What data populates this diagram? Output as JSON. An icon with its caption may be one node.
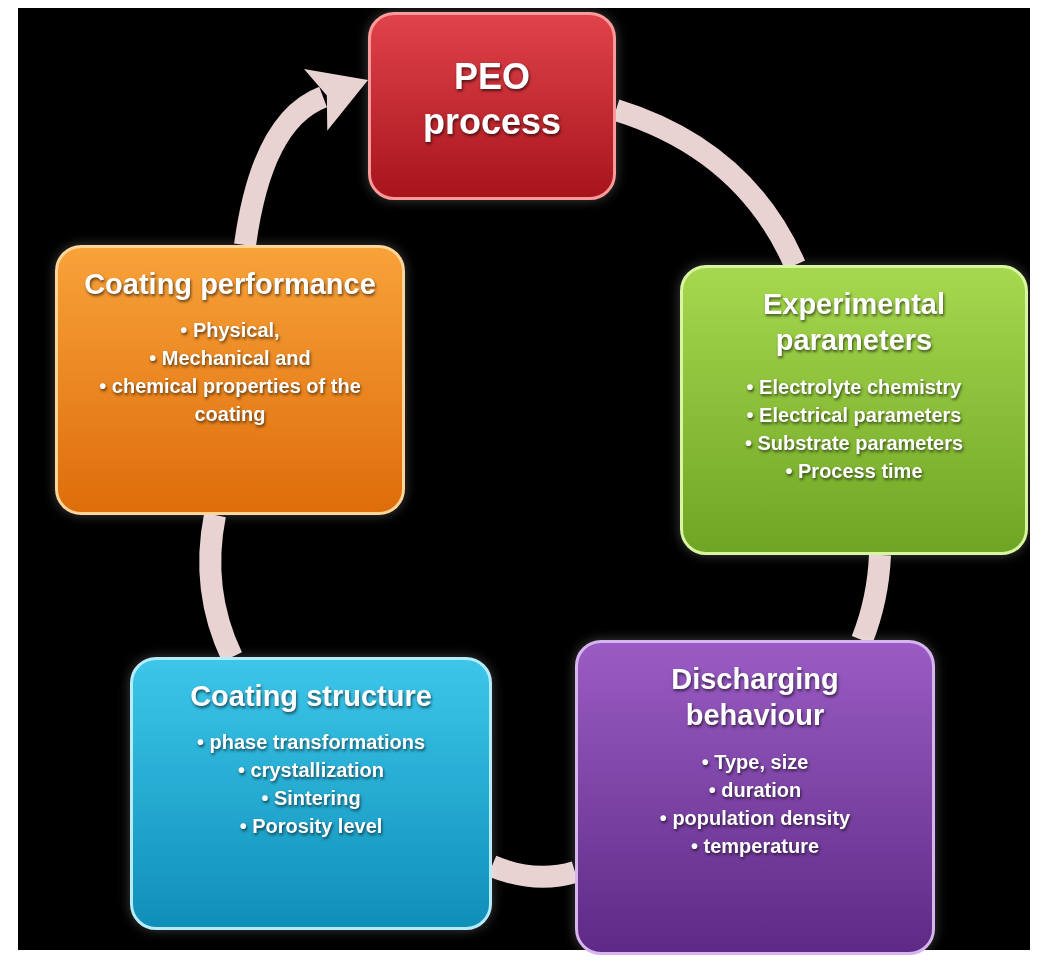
{
  "diagram": {
    "nodes": [
      {
        "text": [
          "PEO process"
        ]
      },
      {
        "text": [
          "Experimental parameters",
          "• Electrolyte chemistry",
          "• Electrical parameters",
          "• Substrate parameters",
          "• Process time"
        ]
      },
      {
        "text": [
          "Discharging behaviour",
          "• Type,  size",
          "• duration",
          "• population density",
          "• temperature"
        ]
      },
      {
        "text": [
          "Coating structure",
          "• phase transformations",
          "• crystallization",
          "• Sintering",
          "• Porosity level"
        ]
      },
      {
        "text": [
          "Coating performance",
          "• Physical,",
          "• Mechanical and",
          "• chemical properties of the coating"
        ]
      }
    ],
    "edges": [
      {
        "from": 0,
        "to": 1,
        "arrow": "none"
      },
      {
        "from": 1,
        "to": 2,
        "arrow": "none"
      },
      {
        "from": 2,
        "to": 3,
        "arrow": "none"
      },
      {
        "from": 3,
        "to": 4,
        "arrow": "none"
      },
      {
        "from": 4,
        "to": 0,
        "arrow": "to"
      }
    ]
  }
}
